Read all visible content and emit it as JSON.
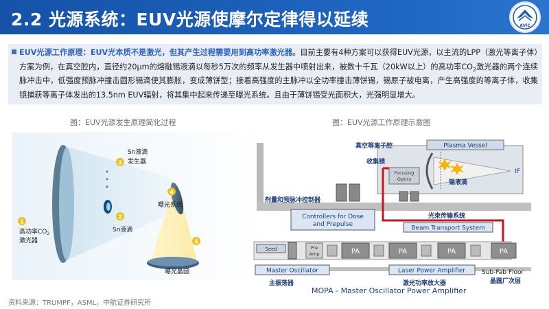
{
  "header": {
    "title": "2.2 光源系统：EUV光源使摩尔定律得以延续",
    "logo_text": "AVIC"
  },
  "bullet": {
    "highlight": "EUV光源工作原理：EUV光本质不是激光，但其产生过程需要用到高功率激光器。",
    "body_1": "目前主要有4种方案可以获得EUV光源，以主流的LPP（激光等离子体）方案为例，在真空腔内，直径约20μm的熔融锡液滴以每秒5万次的频率从发生器中喷射出来，被数十千瓦（20kW以上）的高功率CO",
    "sub": "2",
    "body_2": "激光器的两个连续脉冲击中，低强度预脉冲撞击圆形锡滴使其膨胀，变成薄饼型；接着高强度的主脉冲以全功率撞击薄饼锡，锡原子被电离，产生高强度的等离子体，收集镜捕获等离子体发出的13.5nm EUV辐射，将其集中起来传递至曝光系统。且由于薄饼锡受光面积大，光强明显增大。"
  },
  "captions": {
    "left": "图：EUV光源发生原理简化过程",
    "right": "图：EUV光源工作原理示意图"
  },
  "left_diagram": {
    "labels": {
      "n1": "1",
      "laser_a": "高功率CO",
      "laser_sub": "2",
      "laser_b": "激光器",
      "n2": "2",
      "sn_droplet": "Sn液滴",
      "n3": "3",
      "gen_a": "Sn液滴",
      "gen_b": "发生器",
      "n4": "4",
      "exposure_system": "曝光系统",
      "n5": "5",
      "wafer": "曝光晶圆"
    }
  },
  "right_diagram": {
    "labels": {
      "vacuum_plasma": "真空等离子腔",
      "plasma_vessel": "Plasma Vessel",
      "collector": "收集镜",
      "focusing_optics_a": "Focusing",
      "focusing_optics_b": "Optics",
      "tin_droplet": "锡液滴",
      "if": "IF",
      "dose_control": "剂量和预脉冲控制器",
      "controllers_a": "Controllers for Dose",
      "controllers_b": "and Prepulse",
      "beam_transport_cn": "光束传输系统",
      "beam_transport": "Beam Transport System",
      "seed": "Seed",
      "pre_amp_a": "Pre",
      "pre_amp_b": "Amp",
      "pa": "PA",
      "master_oscillator": "Master Oscillator",
      "master_oscillator_cn": "主振荡器",
      "laser_power_amp": "Laser Power Amplifier",
      "laser_power_amp_cn": "激光功率放大器",
      "subfab": "Sub-Fab Floor",
      "subfab_cn": "晶圆厂次层",
      "mopa": "MOPA - Master Oscillator Power Amplifier"
    }
  },
  "source": "资料来源：TRUMPF，ASML，中航证券研究所",
  "colors": {
    "header_blue": "#1b5cb6",
    "highlight_blue": "#2a62c0",
    "bullet_bg": "#e9eef6",
    "beam_red": "#c8141a",
    "label_navy": "#1f3f7a",
    "box_blue": "#dbe6f5"
  }
}
